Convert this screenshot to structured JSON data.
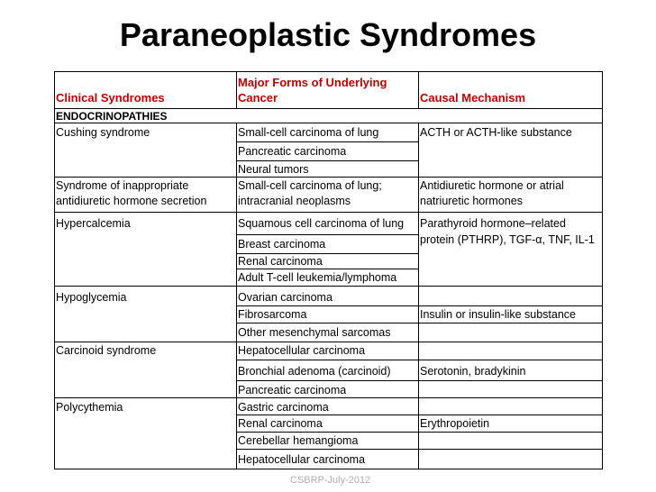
{
  "title": "Paraneoplastic Syndromes",
  "headers": {
    "clinical": "Clinical Syndromes",
    "cancer_line1": "Major Forms of Underlying",
    "cancer_line2": "Cancer",
    "mechanism": "Causal Mechanism"
  },
  "category": "ENDOCRINOPATHIES",
  "rows": {
    "cushing": {
      "syndrome": "Cushing syndrome",
      "cancers": [
        "Small-cell carcinoma of lung",
        "Pancreatic carcinoma",
        "Neural tumors"
      ],
      "mechanism": "ACTH or ACTH-like substance"
    },
    "siadh": {
      "syndrome_line1": "Syndrome of inappropriate",
      "syndrome_line2": "antidiuretic hormone secretion",
      "cancer_line1": "Small-cell carcinoma of lung;",
      "cancer_line2": "intracranial neoplasms",
      "mechanism_line1": "Antidiuretic hormone or atrial",
      "mechanism_line2": "natriuretic hormones"
    },
    "hypercalcemia": {
      "syndrome": "Hypercalcemia",
      "cancers": [
        "Squamous cell carcinoma of lung",
        "Breast carcinoma",
        "Renal carcinoma",
        "Adult T-cell leukemia/lymphoma"
      ],
      "mechanism_line1": "Parathyroid hormone–related",
      "mechanism_line2": "protein (PTHRP), TGF-α, TNF, IL-1"
    },
    "hypoglycemia": {
      "syndrome": "Hypoglycemia",
      "cancers": [
        "Ovarian carcinoma",
        "Fibrosarcoma",
        "Other mesenchymal sarcomas"
      ],
      "mechanism": "Insulin or insulin-like substance"
    },
    "carcinoid": {
      "syndrome": "Carcinoid syndrome",
      "cancers": [
        "Hepatocellular carcinoma",
        "Bronchial adenoma (carcinoid)",
        "Pancreatic carcinoma"
      ],
      "mechanism": "Serotonin, bradykinin"
    },
    "polycythemia": {
      "syndrome": "Polycythemia",
      "cancers": [
        "Gastric carcinoma",
        "Renal carcinoma",
        "Cerebellar hemangioma",
        "Hepatocellular carcinoma"
      ],
      "mechanism": "Erythropoietin"
    }
  },
  "footer": "CSBRP-July-2012"
}
